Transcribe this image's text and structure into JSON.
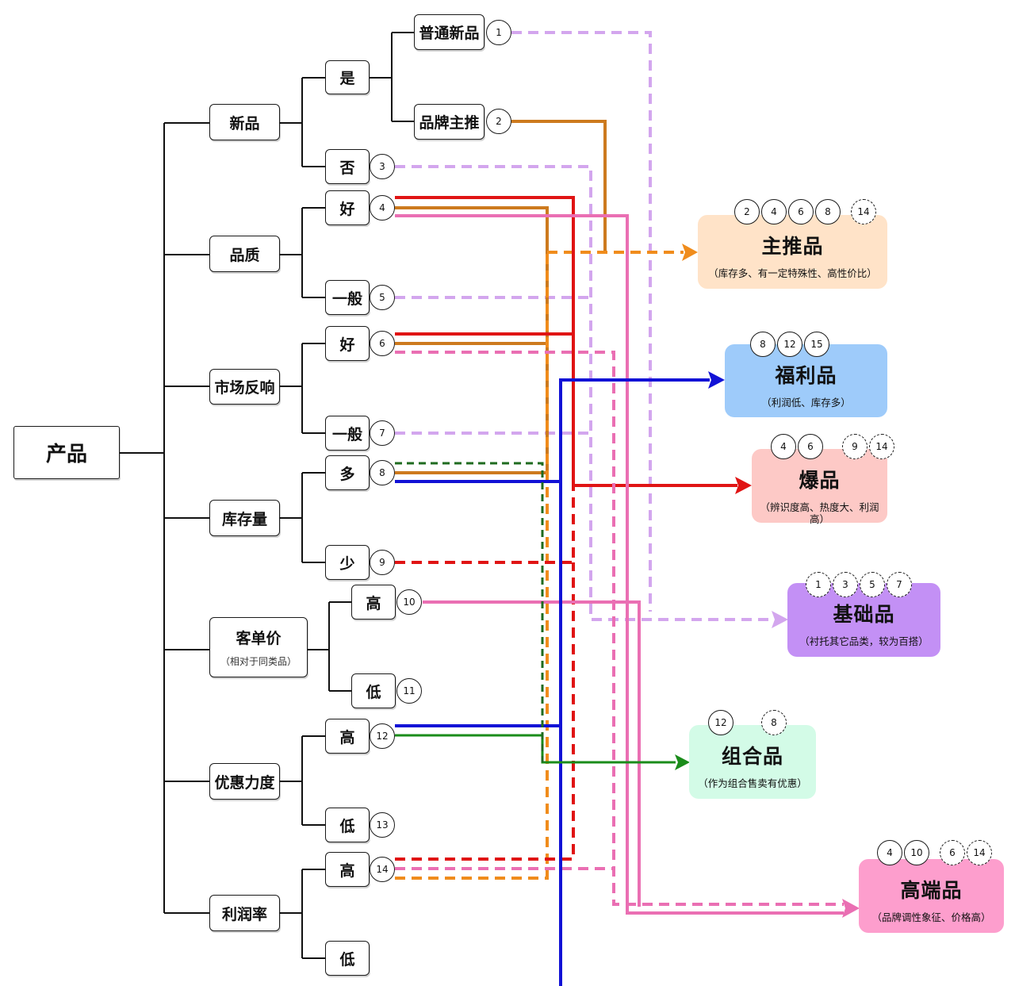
{
  "root": {
    "label": "产品"
  },
  "dimensions": [
    {
      "label": "新品"
    },
    {
      "label": "品质"
    },
    {
      "label": "市场反响"
    },
    {
      "label": "库存量"
    },
    {
      "label": "客单价",
      "sub": "（相对于同类品）"
    },
    {
      "label": "优惠力度"
    },
    {
      "label": "利润率"
    }
  ],
  "options": {
    "new_yes": "是",
    "new_no": "否",
    "new_regular": "普通新品",
    "new_brand": "品牌主推",
    "quality_good": "好",
    "quality_normal": "一般",
    "market_good": "好",
    "market_normal": "一般",
    "stock_many": "多",
    "stock_few": "少",
    "price_high": "高",
    "price_low": "低",
    "discount_high": "高",
    "discount_low": "低",
    "profit_high": "高",
    "profit_low": "低"
  },
  "numbers": {
    "n1": "1",
    "n2": "2",
    "n3": "3",
    "n4": "4",
    "n5": "5",
    "n6": "6",
    "n7": "7",
    "n8": "8",
    "n9": "9",
    "n10": "10",
    "n11": "11",
    "n12": "12",
    "n13": "13",
    "n14": "14"
  },
  "categories": [
    {
      "title": "主推品",
      "desc": "（库存多、有一定特殊性、高性价比）",
      "color": "#ffe3c8",
      "arrow_color": "#f08c1c",
      "tags": [
        "2",
        "4",
        "6",
        "8"
      ],
      "dashed_tags": [
        "14"
      ]
    },
    {
      "title": "福利品",
      "desc": "（利润低、库存多）",
      "color": "#9ecbfa",
      "arrow_color": "#1212d6",
      "tags": [
        "8",
        "12",
        "15"
      ],
      "dashed_tags": []
    },
    {
      "title": "爆品",
      "desc": "（辨识度高、热度大、利润高）",
      "color": "#fdc9c6",
      "arrow_color": "#e01414",
      "tags": [
        "4",
        "6"
      ],
      "dashed_tags": [
        "9",
        "14"
      ]
    },
    {
      "title": "基础品",
      "desc": "（衬托其它品类，较为百搭）",
      "color": "#c390f5",
      "arrow_color": "#c79ae8",
      "tags": [
        "1",
        "3",
        "5",
        "7"
      ],
      "dashed_tags": []
    },
    {
      "title": "组合品",
      "desc": "（作为组合售卖有优惠）",
      "color": "#d3fbe7",
      "arrow_color": "#1a8c1a",
      "tags": [
        "12"
      ],
      "dashed_tags": [
        "8"
      ]
    },
    {
      "title": "高端品",
      "desc": "（品牌调性象征、价格高）",
      "color": "#fd9ecd",
      "arrow_color": "#ea6fb3",
      "tags": [
        "4",
        "10"
      ],
      "dashed_tags": [
        "6",
        "14"
      ]
    }
  ]
}
